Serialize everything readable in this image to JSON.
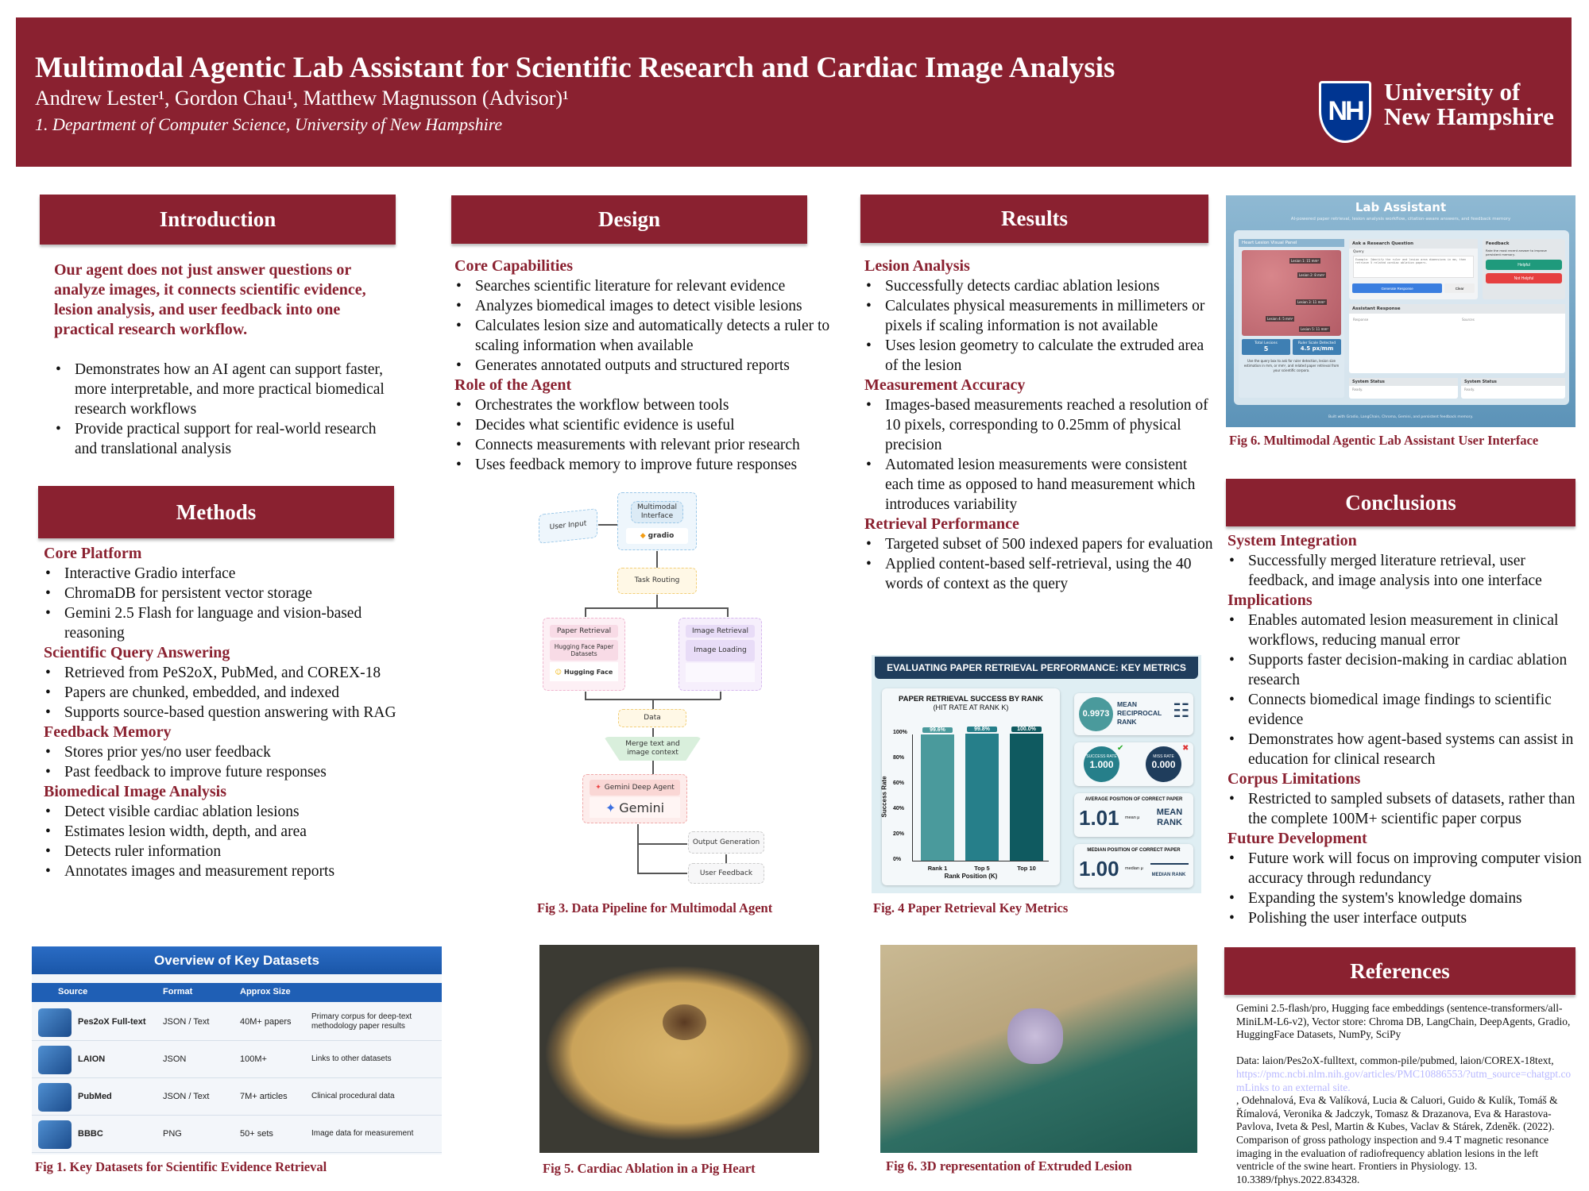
{
  "header": {
    "title": "Multimodal Agentic Lab Assistant for Scientific Research and Cardiac Image Analysis",
    "authors": "Andrew Lester¹, Gordon Chau¹, Matthew Magnusson (Advisor)¹",
    "affiliation": "1.   Department of Computer Science, University of New Hampshire",
    "logo": {
      "monogram": "NH",
      "line1": "University of",
      "line2": "New Hampshire"
    }
  },
  "colors": {
    "brand": "#8a2130",
    "unh_blue": "#003591",
    "table_blue": "#1f5fb5"
  },
  "introduction": {
    "heading": "Introduction",
    "lead": "Our agent does not just answer questions or analyze images, it connects scientific evidence, lesion analysis, and user feedback into one practical research workflow.",
    "groups": [
      {
        "title": "",
        "bullets": [
          "Demonstrates how an AI agent can support faster, more interpretable, and more practical biomedical research workflows",
          "Provide practical support for real-world research and translational analysis"
        ]
      }
    ]
  },
  "methods": {
    "heading": "Methods",
    "groups": [
      {
        "title": "Core Platform",
        "bullets": [
          "Interactive Gradio interface",
          "ChromaDB for persistent vector storage",
          "Gemini 2.5 Flash for language and vision-based reasoning"
        ]
      },
      {
        "title": "Scientific Query Answering",
        "bullets": [
          "Retrieved from PeS2oX, PubMed, and COREX-18",
          "Papers are chunked, embedded, and indexed",
          "Supports source-based question answering with RAG"
        ]
      },
      {
        "title": "Feedback Memory",
        "bullets": [
          "Stores prior yes/no user feedback",
          "Past feedback to improve future responses"
        ]
      },
      {
        "title": "Biomedical Image Analysis",
        "bullets": [
          "Detect visible cardiac ablation lesions",
          "Estimates lesion width, depth, and area",
          "Detects ruler information",
          "Annotates images and measurement reports"
        ]
      }
    ]
  },
  "design": {
    "heading": "Design",
    "groups": [
      {
        "title": "Core Capabilities",
        "bullets": [
          "Searches scientific literature for relevant evidence",
          "Analyzes biomedical images to detect visible lesions",
          "Calculates lesion size and automatically detects a ruler to scaling information when available",
          "Generates annotated outputs and structured reports"
        ]
      },
      {
        "title": "Role of the Agent",
        "bullets": [
          "Orchestrates the workflow between tools",
          "Decides what scientific evidence is useful",
          "Connects measurements with relevant prior research",
          "Uses feedback memory to improve future responses"
        ]
      }
    ],
    "diagram": {
      "user_input": "User Input",
      "multimodal_interface": "Multimodal Interface",
      "gradio": "gradio",
      "task_routing": "Task Routing",
      "paper_retrieval": "Paper Retrieval",
      "hf_datasets": "Hugging Face Paper Datasets",
      "hugging_face": "Hugging Face",
      "image_retrieval": "Image Retrieval",
      "image_loading": "Image Loading",
      "data": "Data",
      "merge": "Merge text and image context",
      "gemini_agent": "Gemini Deep Agent",
      "gemini": "Gemini",
      "output_generation": "Output Generation",
      "user_feedback": "User Feedback"
    },
    "caption": "Fig 3. Data Pipeline for Multimodal Agent"
  },
  "results": {
    "heading": "Results",
    "groups": [
      {
        "title": "Lesion Analysis",
        "bullets": [
          "Successfully detects cardiac ablation lesions",
          "Calculates physical measurements in millimeters or pixels if scaling information is not available",
          "Uses lesion geometry to calculate the extruded area of the lesion"
        ]
      },
      {
        "title": "Measurement Accuracy",
        "bullets": [
          "Images-based measurements reached a resolution of 10 pixels, corresponding to 0.25mm of physical precision",
          "Automated lesion measurements were consistent each time as opposed to hand measurement which introduces variability"
        ]
      },
      {
        "title": "Retrieval Performance",
        "bullets": [
          "Targeted subset of 500 indexed papers for evaluation",
          "Applied content-based self-retrieval, using the 40 words of context as the query"
        ]
      }
    ],
    "metrics": {
      "banner": "EVALUATING PAPER RETRIEVAL PERFORMANCE: KEY METRICS",
      "chart_title": "PAPER RETRIEVAL SUCCESS BY RANK",
      "chart_subtitle": "(HIT RATE AT RANK K)",
      "ylabel": "Success Rate",
      "xlabel": "Rank Position (K)",
      "yticks": [
        "100%",
        "80%",
        "60%",
        "40%",
        "20%",
        "0%"
      ],
      "bars": [
        {
          "label": "Rank 1",
          "value": 99.6,
          "display": "99.6%",
          "color": "#4a9a9c"
        },
        {
          "label": "Top 5",
          "value": 99.8,
          "display": "99.8%",
          "color": "#267f8a"
        },
        {
          "label": "Top 10",
          "value": 100.0,
          "display": "100.0%",
          "color": "#0f5a60"
        }
      ],
      "mrr": {
        "value": "0.9973",
        "label": "MEAN RECIPROCAL RANK"
      },
      "success": {
        "label": "SUCCESS RATE",
        "value": "1.000"
      },
      "miss": {
        "label": "MISS RATE",
        "value": "0.000"
      },
      "mean_rank": {
        "title": "AVERAGE POSITION OF CORRECT PAPER",
        "value": "1.01",
        "sub": "mean μ",
        "label": "MEAN RANK"
      },
      "median_rank": {
        "title": "MEDIAN POSITION OF CORRECT PAPER",
        "value": "1.00",
        "sub": "median μ",
        "label": "MEDIAN RANK"
      }
    },
    "caption": "Fig. 4 Paper Retrieval Key Metrics"
  },
  "lab_ui": {
    "title": "Lab Assistant",
    "subtitle": "AI-powered paper retrieval, lesion analysis workflow, citation-aware answers, and feedback memory",
    "panel": "Heart Lesion Visual Panel",
    "lesions": [
      "Lesion 1: 15 mm²",
      "Lesion 2: 8 mm²",
      "Lesion 3: 11 mm²",
      "Lesion 4: 5 mm²",
      "Lesion 5: 11 mm²"
    ],
    "total_label": "Total Lesions",
    "total_value": "5",
    "scale_label": "Ruler Scale Detected",
    "scale_value": "4.5 px/mm",
    "hint": "Use the query box to ask for ruler detection, lesion size estimation in mm, or mm², and related paper retrieval from your scientific corpora.",
    "ask": "Ask a Research Question",
    "query_label": "Query",
    "query_placeholder": "Example: Identify the ruler and lesion area dimensions in mm, then retrieve 5 related cardiac ablation papers.",
    "generate": "Generate Response",
    "clear": "Clear",
    "feedback": "Feedback",
    "feedback_hint": "Rate the most recent answer to improve persistent memory.",
    "helpful": "Helpful",
    "not_helpful": "Not Helpful",
    "response_title": "Assistant Response",
    "response": "Response",
    "sources": "Sources",
    "status": "System Status",
    "ready": "Ready.",
    "footer": "Built with Gradio, LangChain, Chroma, Gemini, and persistent feedback memory."
  },
  "lab_caption": "Fig 6. Multimodal Agentic Lab Assistant User Interface",
  "conclusions": {
    "heading": "Conclusions",
    "groups": [
      {
        "title": "System Integration",
        "bullets": [
          "Successfully merged literature retrieval, user feedback, and image analysis into one interface"
        ]
      },
      {
        "title": "Implications",
        "bullets": [
          "Enables automated lesion measurement in clinical workflows, reducing manual error",
          "Supports faster decision-making in cardiac ablation research",
          "Connects biomedical image findings to scientific evidence",
          "Demonstrates how agent-based systems can assist in education for clinical research"
        ]
      },
      {
        "title": "Corpus Limitations",
        "bullets": [
          "Restricted to sampled subsets of datasets, rather than the complete 100M+ scientific paper corpus"
        ]
      },
      {
        "title": "Future Development",
        "bullets": [
          "Future work will focus on improving computer vision accuracy through redundancy",
          "Expanding the system's knowledge domains",
          "Polishing the user interface outputs"
        ]
      }
    ]
  },
  "references": {
    "heading": "References",
    "p1": "Gemini 2.5-flash/pro, Hugging face embeddings (sentence-transformers/all-MiniLM-L6-v2), Vector store: Chroma DB, LangChain, DeepAgents, Gradio, HuggingFace Datasets, NumPy, SciPy",
    "p2": "Data: laion/Pes2oX-fulltext, common-pile/pubmed, laion/COREX-18text,",
    "link": "https://pmc.ncbi.nlm.nih.gov/articles/PMC10886553/?utm_source=chatgpt.comLinks to an external site.",
    "p3": ", Odehnalová, Eva & Valíková, Lucia & Caluori, Guido & Kulík, Tomáš & Římalová, Veronika & Jadczyk, Tomasz & Drazanova, Eva & Harastova-Pavlova, Iveta & Pesl, Martin & Kubes, Vaclav & Stárek, Zdeněk. (2022). Comparison of gross pathology inspection and 9.4 T magnetic resonance imaging in the evaluation of radiofrequency ablation lesions in the left ventricle of the swine heart. Frontiers in Physiology. 13. 10.3389/fphys.2022.834328."
  },
  "datasets": {
    "title": "Overview of Key Datasets",
    "columns": [
      "Source",
      "Format",
      "Approx Size"
    ],
    "rows": [
      {
        "source": "Pes2oX Full-text",
        "format": "JSON / Text",
        "size": "40M+ papers",
        "note": "Primary corpus for deep-text methodology paper results"
      },
      {
        "source": "LAION",
        "format": "JSON",
        "size": "100M+",
        "note": "Links to other datasets"
      },
      {
        "source": "PubMed",
        "format": "JSON / Text",
        "size": "7M+ articles",
        "note": "Clinical procedural data"
      },
      {
        "source": "BBBC",
        "format": "PNG",
        "size": "50+ sets",
        "note": "Image data for measurement"
      }
    ],
    "caption": "Fig 1. Key Datasets for Scientific Evidence Retrieval"
  },
  "heart_caption": "Fig 5. Cardiac Ablation in a Pig Heart",
  "lesion_caption": "Fig 6. 3D representation of Extruded Lesion"
}
